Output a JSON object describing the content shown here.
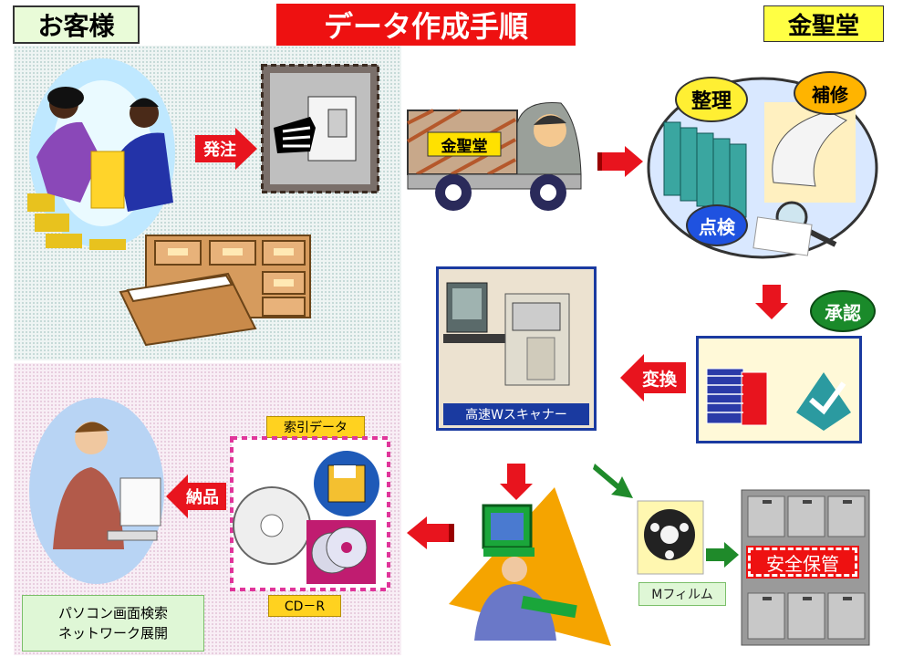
{
  "header": {
    "customer_label": "お客様",
    "title": "データ作成手順",
    "company": "金聖堂"
  },
  "steps": {
    "order": "発注",
    "truck_sign": "金聖堂",
    "organize": "整理",
    "repair": "補修",
    "inspect": "点検",
    "approve": "承認",
    "convert": "変換",
    "scanner_label": "高速Wスキャナー",
    "index_data": "索引データ",
    "cdr": "CD－R",
    "delivery": "納品",
    "pc_search_line1": "パソコン画面検索",
    "pc_search_line2": "ネットワーク展開",
    "mfilm": "Mフィルム",
    "safe_storage": "安全保管"
  },
  "colors": {
    "red_arrow": "#e8141e",
    "green_arrow": "#1f8a2a",
    "title_bg": "#ee1111",
    "yellow": "#ffd21f"
  },
  "icons": [
    "business-people-icon",
    "file-cabinet-icon",
    "fax-machine-icon",
    "delivery-truck-icon",
    "document-binders-icon",
    "magnifier-icon",
    "paper-stack-icon",
    "approval-stamp-icon",
    "scanner-workstation-icon",
    "computer-operator-icon",
    "floppy-disk-icon",
    "cd-disc-icon",
    "film-reel-icon",
    "storage-locker-icon",
    "pc-user-icon"
  ]
}
